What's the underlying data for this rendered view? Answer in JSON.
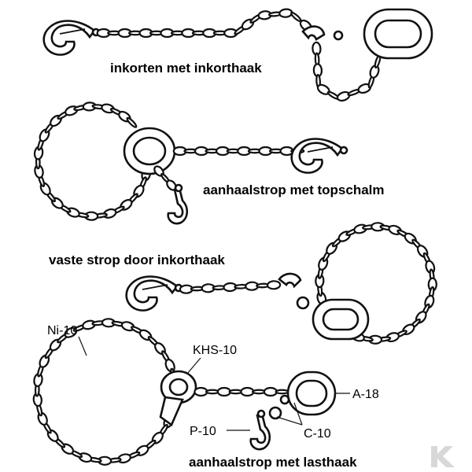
{
  "captions": {
    "inkorten": "inkorten met inkorthaak",
    "topschalm": "aanhaalstrop met topschalm",
    "vaste_strop": "vaste strop door inkorthaak",
    "lasthaak": "aanhaalstrop met lasthaak"
  },
  "callouts": {
    "ni10": "Ni-10",
    "khs10": "KHS-10",
    "a18": "A-18",
    "p10": "P-10",
    "c10": "C-10"
  }
}
